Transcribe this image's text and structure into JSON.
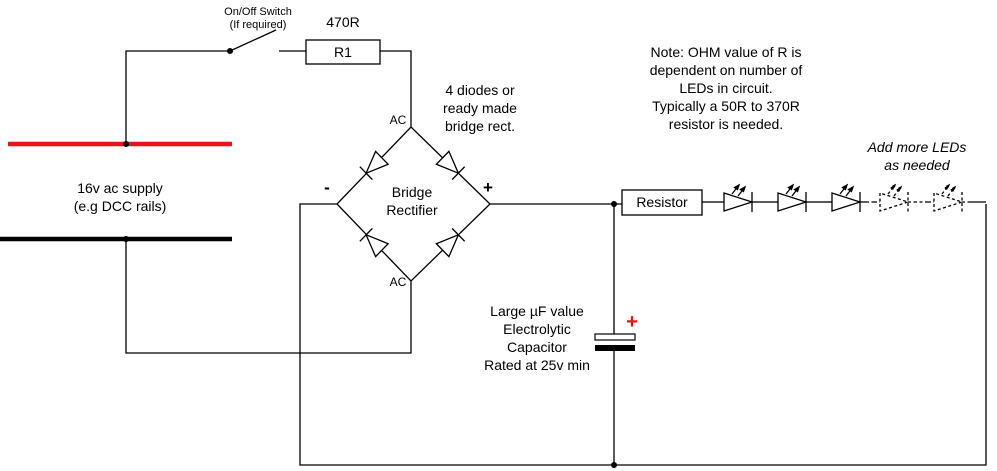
{
  "labels": {
    "switch_line1": "On/Off Switch",
    "switch_line2": "(If required)",
    "resistor_value": "470R",
    "resistor_name": "R1",
    "diodes_note": [
      "4 diodes or",
      "ready made",
      "bridge rect."
    ],
    "ac_top": "AC",
    "ac_bottom": "AC",
    "bridge_line1": "Bridge",
    "bridge_line2": "Rectifier",
    "minus_sign": "-",
    "plus_sign": "+",
    "supply_line1": "16v ac supply",
    "supply_line2": "(e.g DCC rails)",
    "resistor_box": "Resistor",
    "capacitor_lines": [
      "Large µF value",
      "Electrolytic",
      "Capacitor",
      "Rated at 25v min"
    ],
    "capacitor_plus": "+",
    "note_lines": [
      "Note: OHM value of R is",
      "dependent on number of",
      "LEDs in circuit.",
      "Typically a 50R to 370R",
      "resistor is needed."
    ],
    "more_leds_line1": "Add more LEDs",
    "more_leds_line2": "as needed"
  },
  "colors": {
    "rail_top": "#e8121b",
    "rail_bottom": "#000000",
    "capacitor_plus": "#e8121b"
  }
}
